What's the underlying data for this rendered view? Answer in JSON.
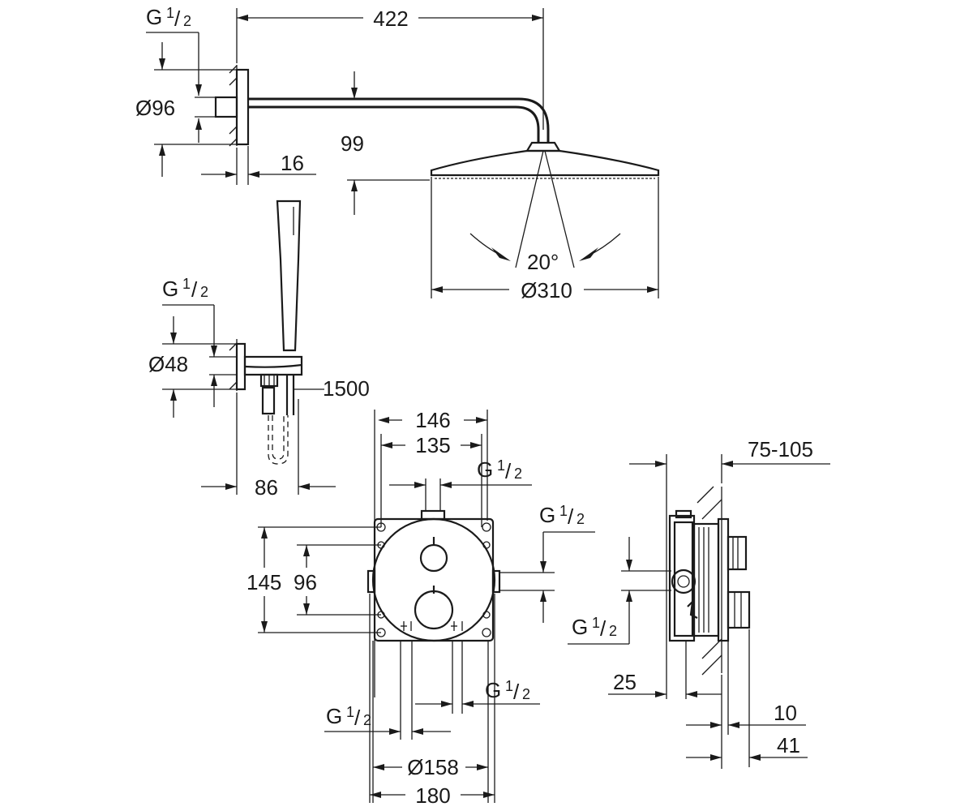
{
  "dimensions": {
    "arm_length": "422",
    "wall_flange_diameter": "Ø96",
    "flange_depth": "16",
    "head_drop": "99",
    "spray_angle": "20°",
    "head_diameter": "Ø310",
    "holder_diameter": "Ø48",
    "hose_length": "1500",
    "holder_projection": "86",
    "box_width_outer": "146",
    "box_width_inner": "135",
    "box_height_outer": "145",
    "box_height_inner": "96",
    "cover_diameter": "Ø158",
    "cover_width": "180",
    "install_depth": "75-105",
    "depth_25": "25",
    "depth_10": "10",
    "depth_41": "41"
  },
  "threads": {
    "prefix": "G",
    "num": "1",
    "den": "2"
  }
}
